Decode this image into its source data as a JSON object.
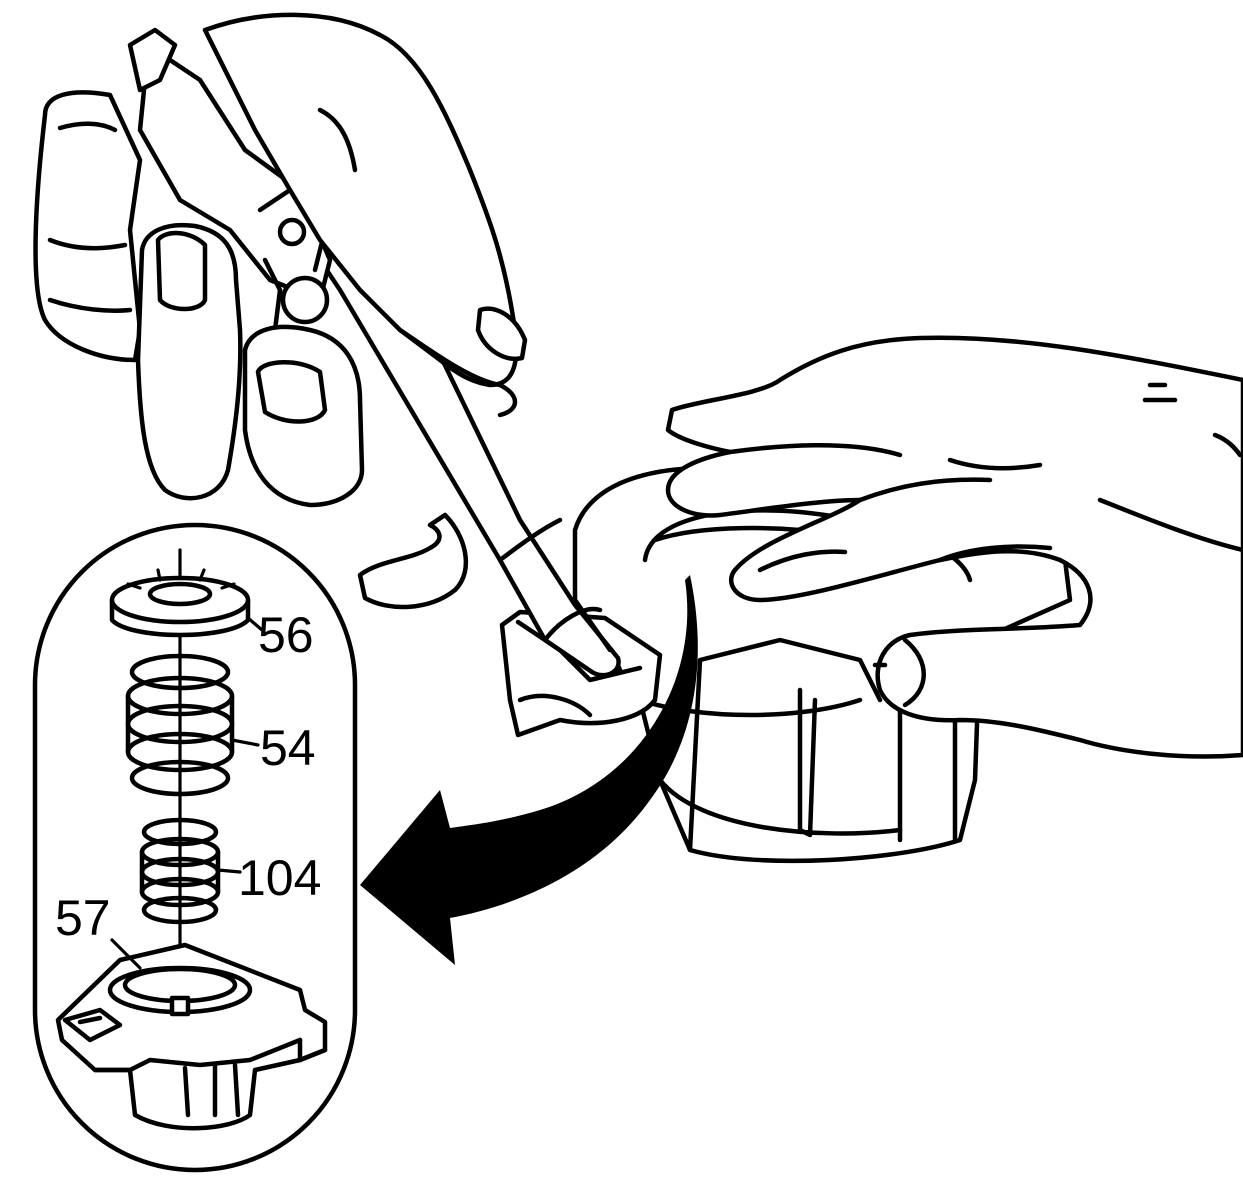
{
  "callouts": {
    "c56": "56",
    "c54": "54",
    "c104": "104",
    "c57": "57"
  },
  "colors": {
    "ink": "#000000",
    "paper": "#ffffff"
  }
}
